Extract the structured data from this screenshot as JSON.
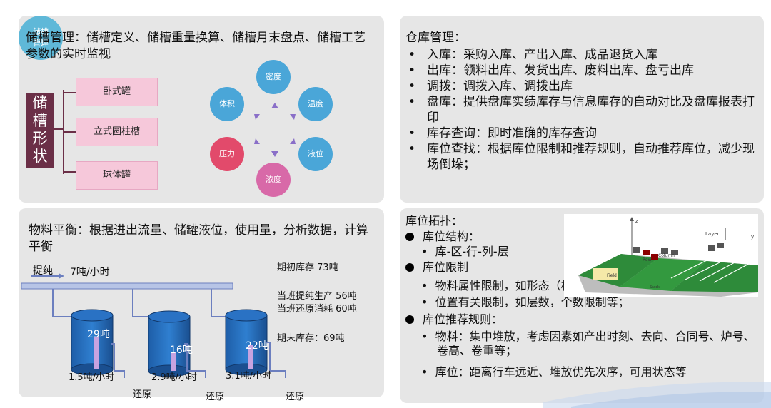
{
  "panel1": {
    "title": "储槽管理：储槽定义、储槽重量换算、储槽月末盘点、储槽工艺参数的实时监视",
    "shape_label": "储槽形状",
    "tank_types": [
      "卧式罐",
      "立式圆柱槽",
      "球体罐"
    ],
    "hub_lines": [
      "储槽",
      "管理"
    ],
    "params": [
      {
        "label": "密度",
        "color": "#4aa6d8"
      },
      {
        "label": "温度",
        "color": "#4aa6d8"
      },
      {
        "label": "液位",
        "color": "#4aa6d8"
      },
      {
        "label": "浓度",
        "color": "#d869a8"
      },
      {
        "label": "压力",
        "color": "#e24a6b"
      },
      {
        "label": "体积",
        "color": "#4aa6d8"
      }
    ]
  },
  "panel2": {
    "title": "仓库管理：",
    "bullet": "•",
    "items": [
      "入库：采购入库、产出入库、成品退货入库",
      "出库：领料出库、发货出库、废料出库、盘亏出库",
      "调拨：调拨入库、调拨出库",
      "盘库：提供盘库实绩库存与信息库存的自动对比及盘库报表打印",
      "库存查询：即时准确的库存查询",
      "库位查找：根据库位限制和推荐规则，自动推荐库位，减少现场倒垛；"
    ]
  },
  "panel3": {
    "title": "物料平衡：根据进出流量、储罐液位，使用量，分析数据，计算平衡",
    "inlet_label": "提纯",
    "inlet_flow": "7吨/小时",
    "initial_stock": "期初库存  73吨",
    "shift_production": "当班提纯生产  56吨",
    "shift_consumption": "当班还原消耗  60吨",
    "final_stock": "期末库存：69吨",
    "tanks": [
      {
        "amount": "29吨",
        "flow": "1.5吨/小时",
        "out": "还原",
        "level": 0.6
      },
      {
        "amount": "16吨",
        "flow": "2.9吨/小时",
        "out": "还原",
        "level": 0.35
      },
      {
        "amount": "22吨",
        "flow": "3.1吨/小时",
        "out": "还原",
        "level": 0.45
      }
    ]
  },
  "panel4": {
    "title": "库位拓扑：",
    "sections": [
      {
        "heading": "库位结构：",
        "items": [
          "库-区-行-列-层"
        ]
      },
      {
        "heading": "库位限制",
        "items": [
          "物料属性限制，如形态（板，卷等）；",
          "位置有关限制，如层数，个数限制等；"
        ]
      },
      {
        "heading": "库位推荐规则：",
        "items": [
          "物料：集中堆放，考虑因素如产出时刻、去向、合同号、炉号、卷高、卷重等；",
          "库位：距离行车远近、堆放优先次序，可用状态等"
        ]
      }
    ],
    "sub_bullet": "•",
    "image_labels": {
      "axis_z": "z",
      "axis_y": "y",
      "layer": "Layer",
      "row": "Row",
      "column": "Column",
      "field": "Field",
      "stack": "Stack"
    }
  }
}
